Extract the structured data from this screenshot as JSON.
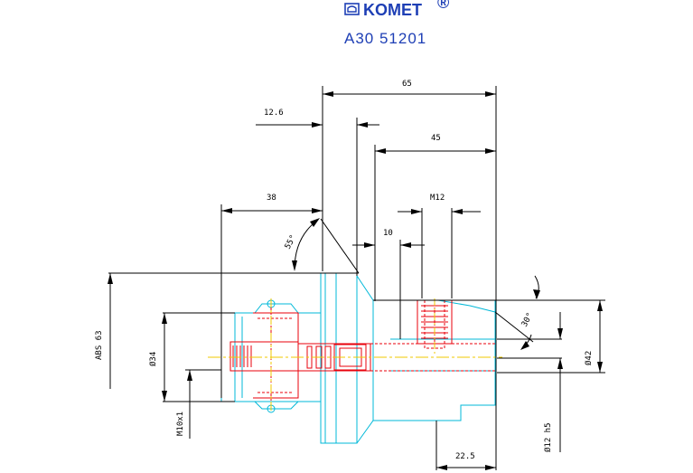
{
  "header": {
    "brand": "KOMET",
    "registered": "®",
    "part_number": "A30 51201"
  },
  "dimensions": {
    "total_length": "65",
    "shoulder_offset": "12.6",
    "shank_length": "45",
    "thread_label": "M12",
    "thread_depth": "10",
    "head_length": "38",
    "cone_angle": "55°",
    "chamfer_angle": "30°",
    "abs_size": "ABS 63",
    "bore_diameter": "Ø34",
    "bore_thread": "M10x1",
    "tip_diameter": "Ø42",
    "shank_diameter": "Ø12 h5",
    "shank_end_length": "22.5"
  },
  "colors": {
    "brand": "#1e3fb5",
    "outline": "#00b8d8",
    "hidden": "#e8000b",
    "centerline": "#f0c800",
    "dimension": "#000000"
  }
}
